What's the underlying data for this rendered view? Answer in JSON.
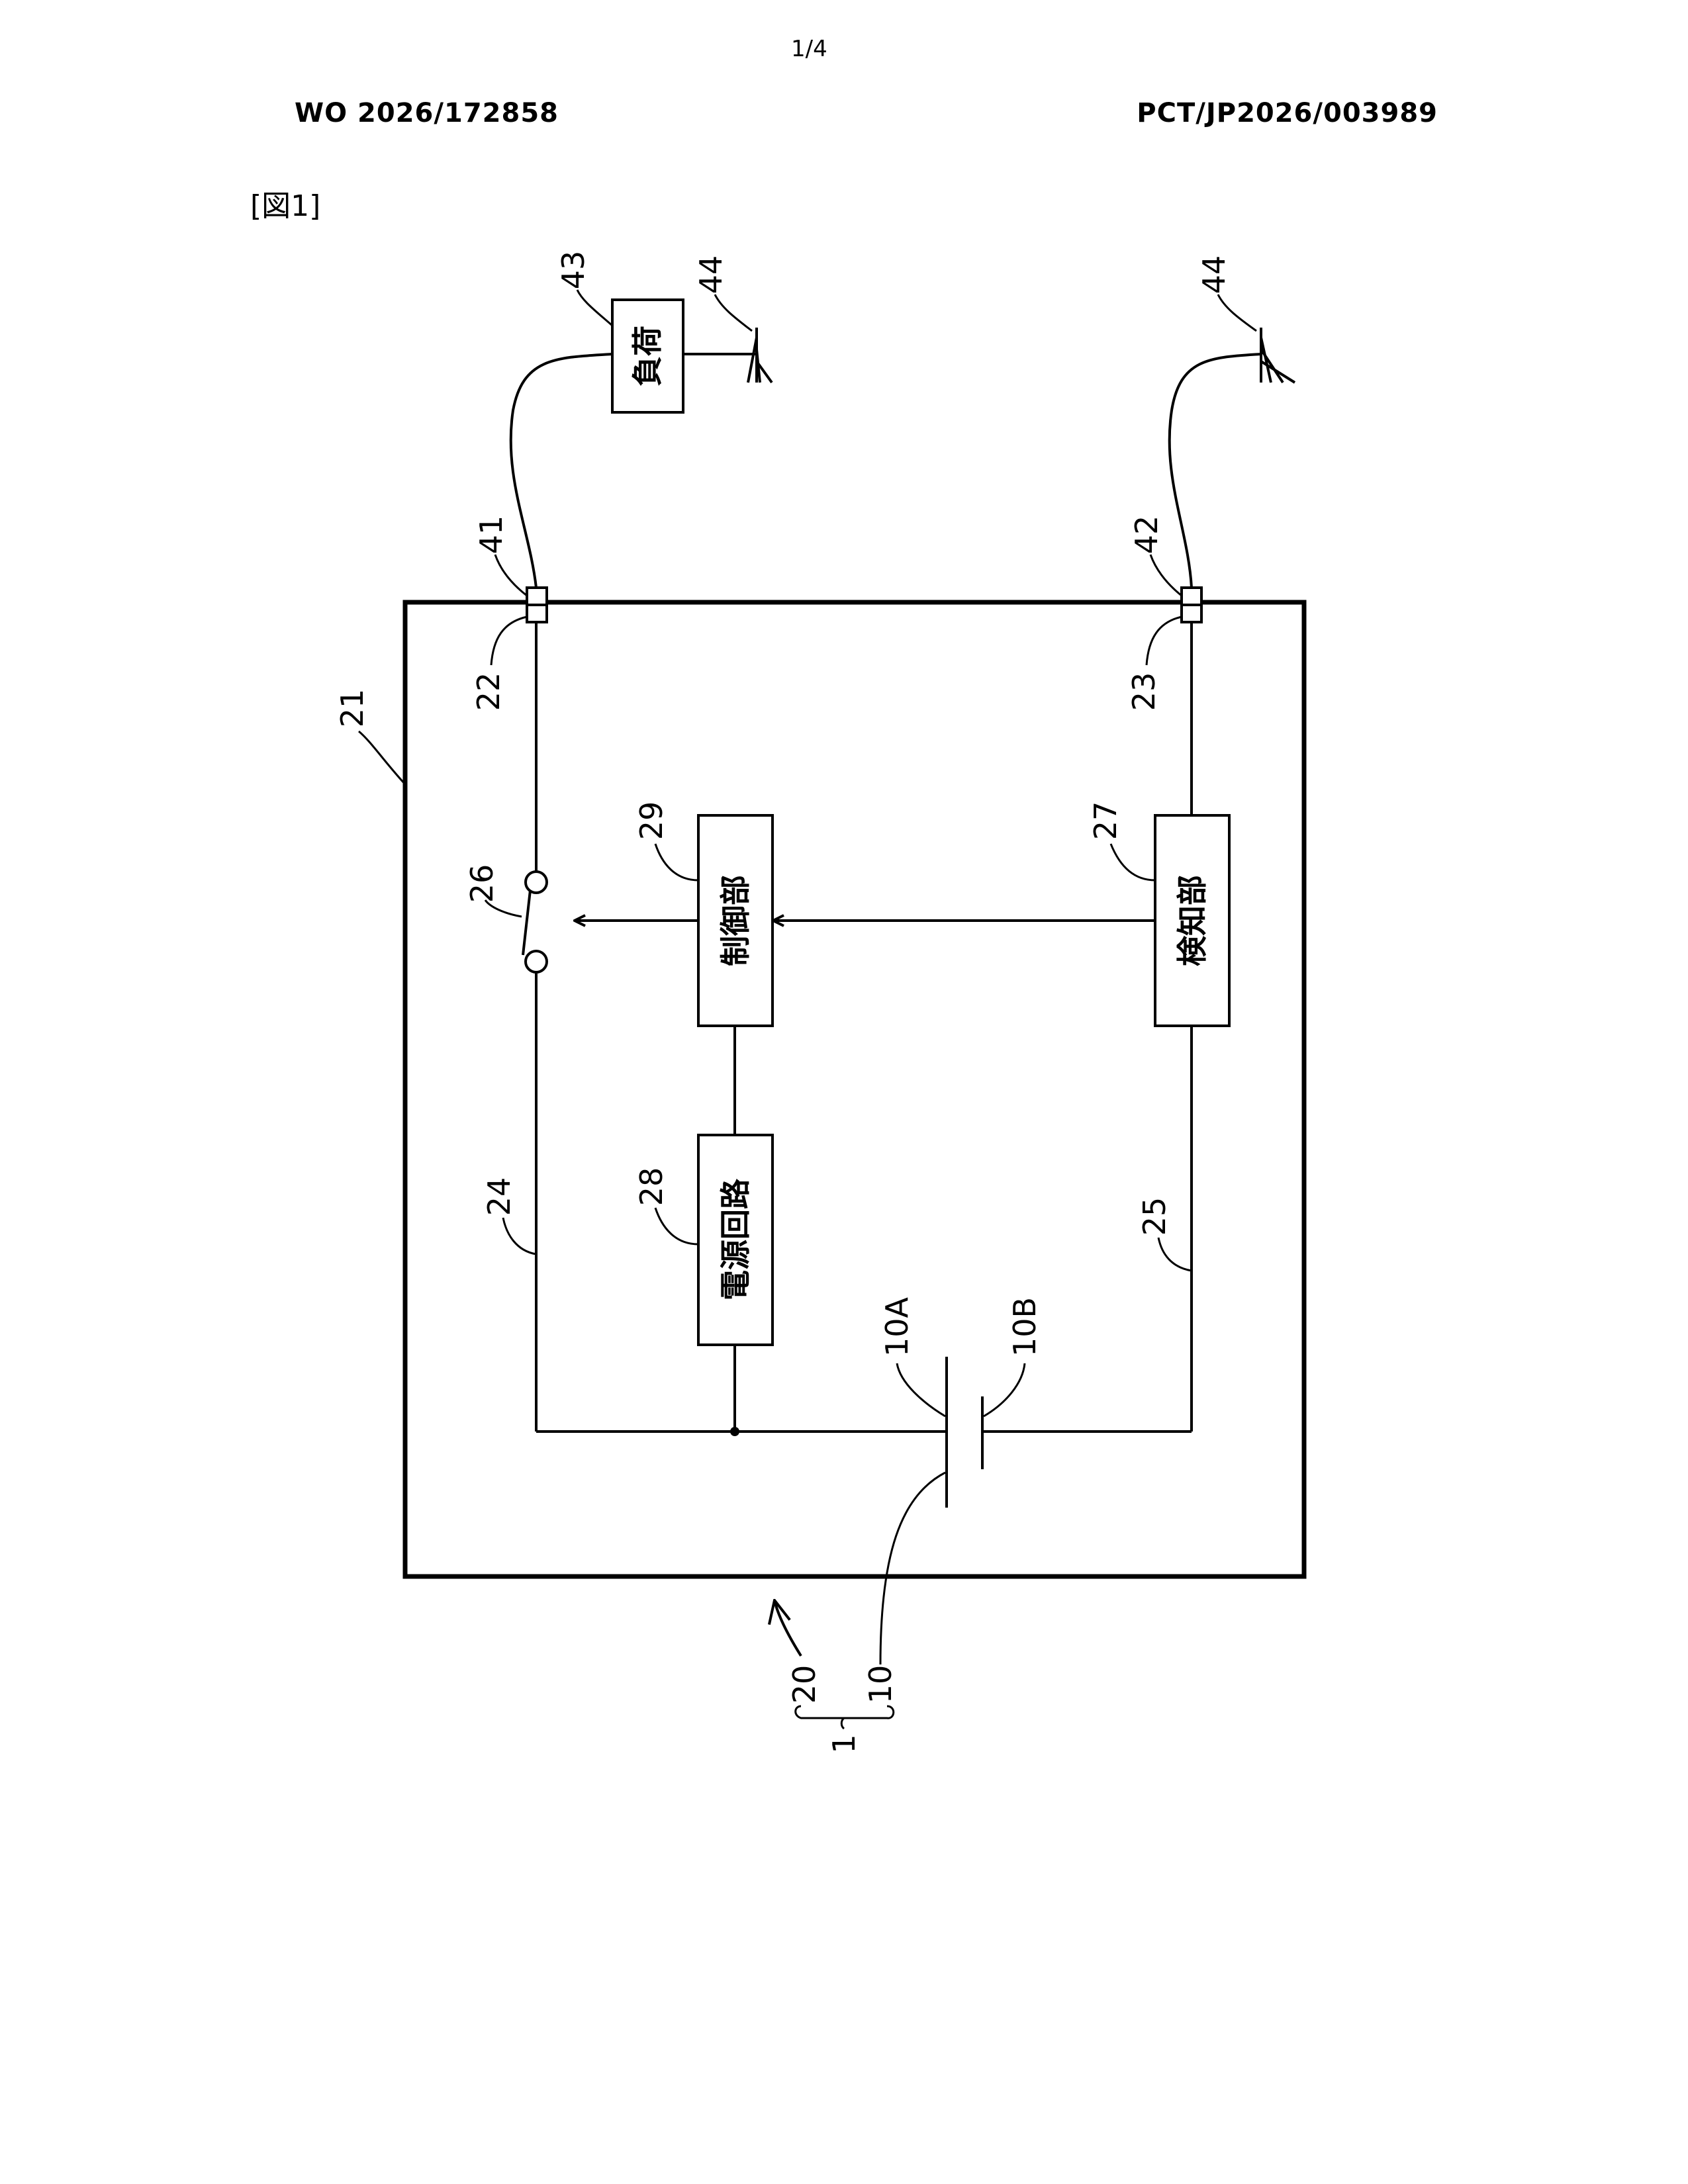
{
  "page": {
    "page_number": "1/4",
    "publication_number": "WO 2026/172858",
    "application_number": "PCT/JP2026/003989",
    "figure_label": "[図1]"
  },
  "blocks": {
    "load": "負荷",
    "control_unit": "制御部",
    "detection_unit": "検知部",
    "power_supply_circuit": "電源回路"
  },
  "reference_numerals": {
    "r1": "1",
    "r10": "10",
    "r10A": "10A",
    "r10B": "10B",
    "r20": "20",
    "r21": "21",
    "r22": "22",
    "r23": "23",
    "r24": "24",
    "r25": "25",
    "r26": "26",
    "r27": "27",
    "r28": "28",
    "r29": "29",
    "r41": "41",
    "r42": "42",
    "r43": "43",
    "r44a": "44",
    "r44b": "44"
  }
}
